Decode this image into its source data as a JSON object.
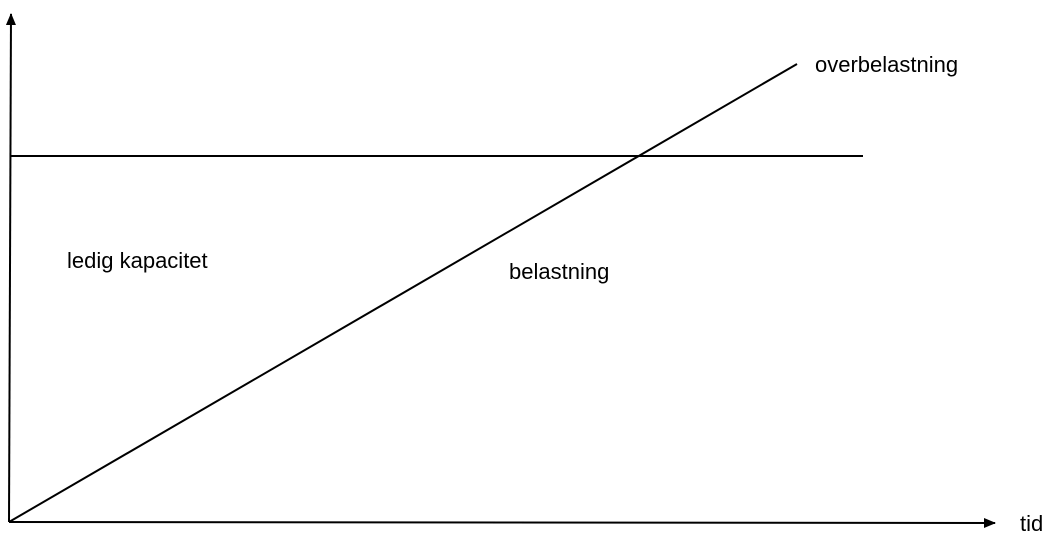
{
  "diagram": {
    "labels": {
      "overload": "overbelastning",
      "free_capacity": "ledig kapacitet",
      "load": "belastning",
      "x_axis": "tid"
    },
    "colors": {
      "line": "#000000",
      "background": "#ffffff"
    }
  }
}
